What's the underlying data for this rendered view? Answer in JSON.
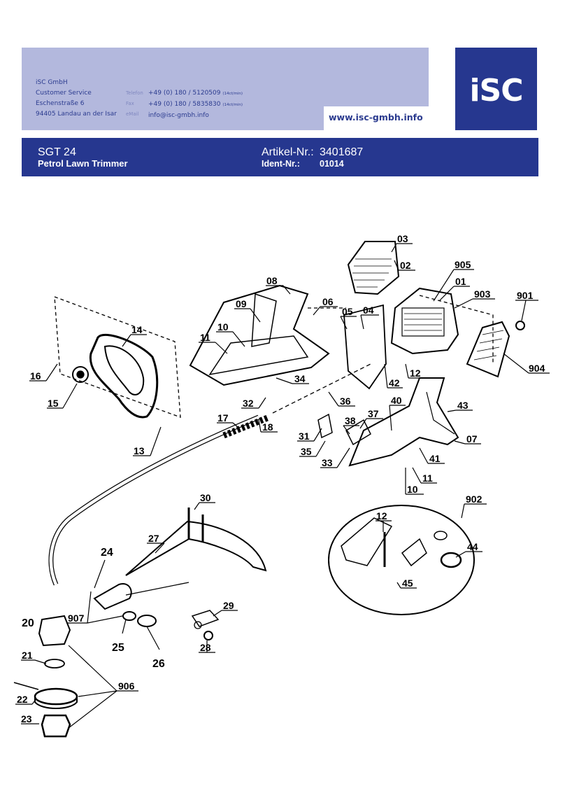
{
  "header": {
    "company": "iSC GmbH",
    "department": "Customer Service",
    "street": "Eschenstraße 6",
    "city": "94405 Landau an der Isar",
    "phone_label": "Telefon",
    "phone": "+49 (0) 180 / 5120509",
    "phone_note": "(14ct/min)",
    "fax_label": "Fax",
    "fax": "+49 (0) 180 / 5835830",
    "fax_note": "(14ct/min)",
    "email_label": "eMail",
    "email": "info@isc-gmbh.info",
    "website": "www.isc-gmbh.info",
    "logo": "iSC",
    "colors": {
      "light_band": "#b3b8dd",
      "brand_blue": "#26378f",
      "text_blue": "#2b3b8f"
    }
  },
  "product": {
    "model": "SGT 24",
    "name": "Petrol Lawn Trimmer",
    "article_label": "Artikel-Nr.:",
    "article_no": "3401687",
    "ident_label": "Ident-Nr.:",
    "ident_no": "01014"
  },
  "diagram": {
    "callouts": {
      "c03": "03",
      "c02": "02",
      "c905": "905",
      "c01": "01",
      "c903": "903",
      "c901": "901",
      "c08": "08",
      "c09": "09",
      "c06": "06",
      "c05": "05",
      "c04": "04",
      "c10a": "10",
      "c11a": "11",
      "c14": "14",
      "c16": "16",
      "c15": "15",
      "c13": "13",
      "c34": "34",
      "c32": "32",
      "c36": "36",
      "c42": "42",
      "c12a": "12",
      "c904": "904",
      "c43": "43",
      "c40": "40",
      "c37": "37",
      "c38": "38",
      "c31": "31",
      "c35": "35",
      "c33": "33",
      "c07": "07",
      "c41": "41",
      "c11b": "11",
      "c10b": "10",
      "c17": "17",
      "c18": "18",
      "c902": "902",
      "c12b": "12",
      "c44": "44",
      "c45": "45",
      "c30": "30",
      "c27": "27",
      "c24": "24",
      "c907": "907",
      "c25": "25",
      "c26": "26",
      "c29": "29",
      "c28": "28",
      "c20": "20",
      "c21": "21",
      "c22": "22",
      "c23": "23",
      "c906": "906"
    }
  }
}
